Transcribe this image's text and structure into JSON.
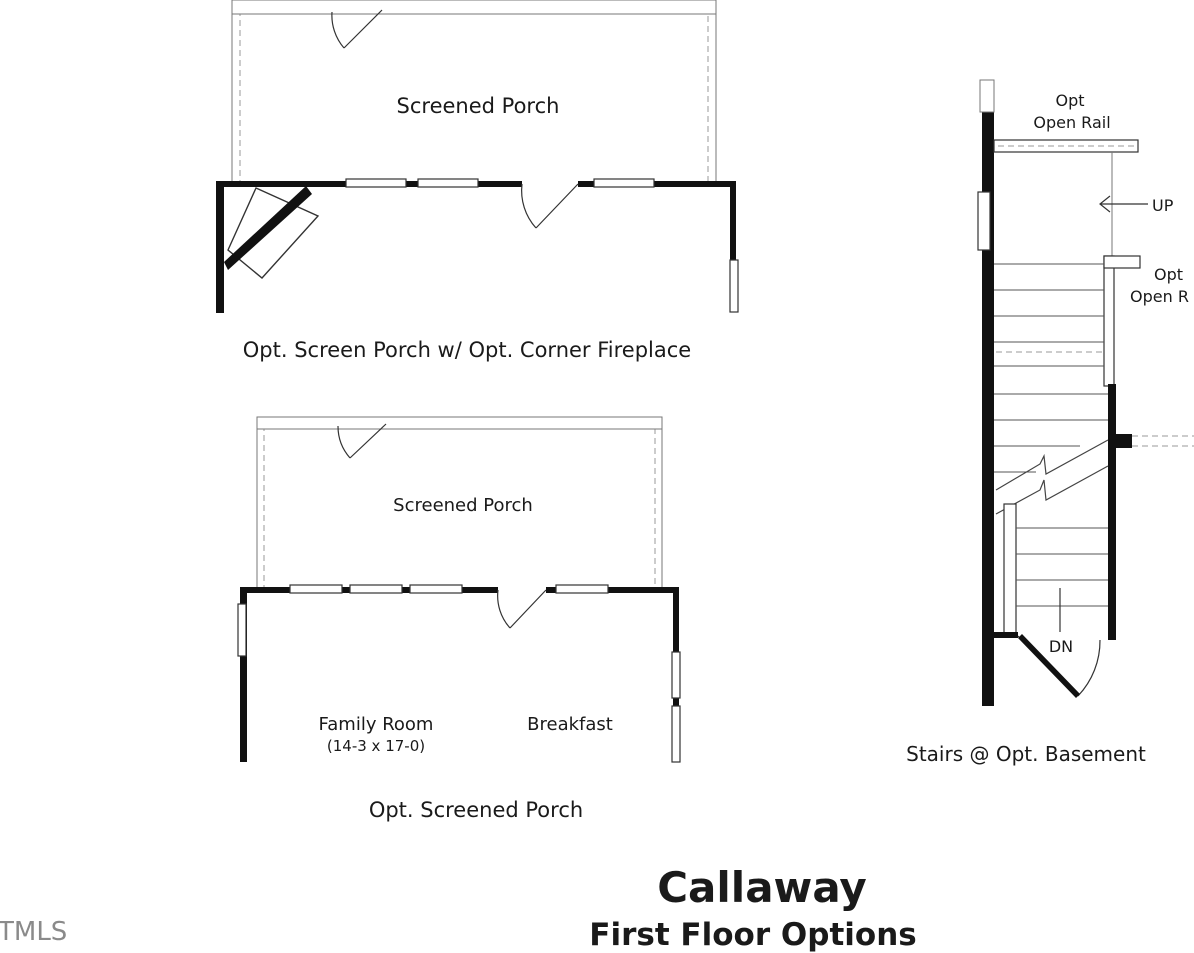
{
  "plan_a": {
    "room_label": "Screened Porch",
    "caption": "Opt. Screen Porch w/ Opt. Corner Fireplace"
  },
  "plan_b": {
    "room_label": "Screened Porch",
    "family_room_label": "Family Room",
    "family_room_dims": "(14-3 x 17-0)",
    "breakfast_label": "Breakfast",
    "caption": "Opt. Screened Porch"
  },
  "plan_c": {
    "opt_rail_top_line1": "Opt",
    "opt_rail_top_line2": "Open Rail",
    "up_label": "UP",
    "opt_rail_side_line1": "Opt",
    "opt_rail_side_line2": "Open R",
    "down_label": "DN",
    "caption": "Stairs @ Opt. Basement"
  },
  "title": "Callaway",
  "subtitle": "First Floor Options",
  "watermark": "TMLS"
}
